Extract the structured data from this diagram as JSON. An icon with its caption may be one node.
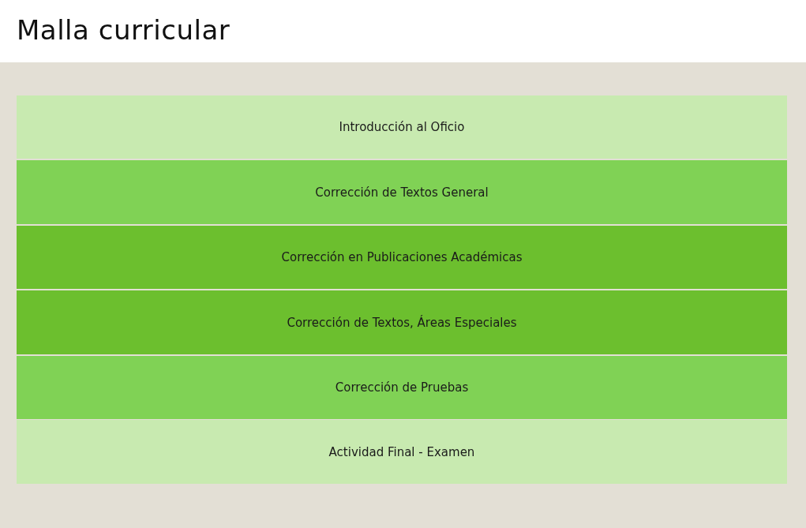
{
  "diagram": {
    "title": "Malla curricular",
    "nodes": [
      {
        "text": [
          "Introducción al Oficio"
        ]
      },
      {
        "text": [
          "Corrección de Textos General"
        ]
      },
      {
        "text": [
          "Corrección en Publicaciones Académicas"
        ]
      },
      {
        "text": [
          "Corrección de Textos, Áreas Especiales"
        ]
      },
      {
        "text": [
          "Corrección de Pruebas"
        ]
      },
      {
        "text": [
          "Actividad Final - Examen"
        ]
      }
    ]
  }
}
